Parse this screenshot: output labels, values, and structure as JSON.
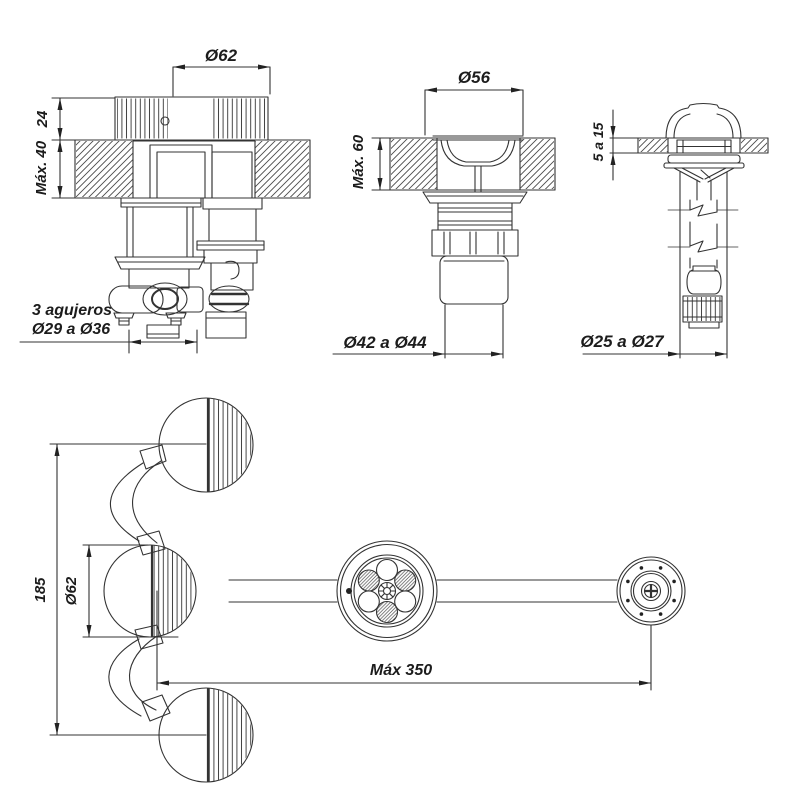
{
  "drawing": {
    "background": "#ffffff",
    "line_color": "#333333",
    "language": "es",
    "views": {
      "valve_section": {
        "dia_handle": "Ø62",
        "handle_height": "24",
        "max_deck_thickness": "Máx. 40",
        "holes_note_line1": "3 agujeros",
        "holes_note_line2": "Ø29 a Ø36"
      },
      "drain_section": {
        "dia_flange": "Ø56",
        "max_deck_thickness": "Máx. 60",
        "dia_tailpiece": "Ø42 a Ø44"
      },
      "popup_rod_section": {
        "deck_thickness_range": "5 a 15",
        "dia_hole": "Ø25 a Ø27"
      },
      "plan_view": {
        "handle_spacing": "185",
        "dia_handle": "Ø62",
        "max_spread": "Máx 350"
      }
    }
  }
}
